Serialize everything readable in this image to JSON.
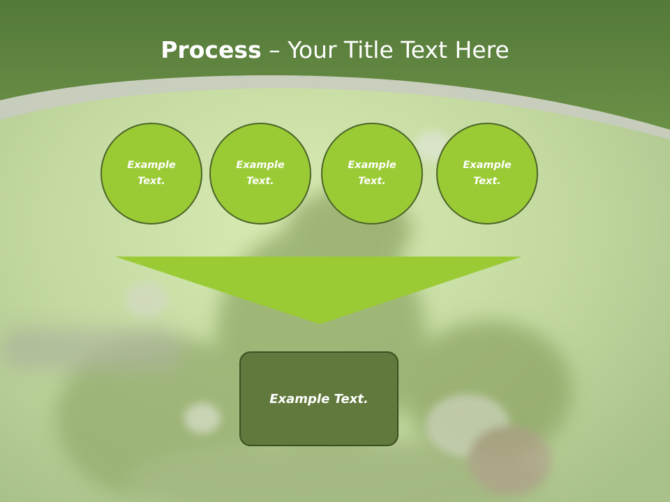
{
  "slide": {
    "title_bold": "Process",
    "title_rest": " – Your Title Text Here"
  },
  "process_steps": [
    {
      "text": "Example\nText."
    },
    {
      "text": "Example\nText."
    },
    {
      "text": "Example\nText."
    },
    {
      "text": "Example\nText."
    }
  ],
  "result": {
    "text": "Example Text."
  },
  "colors": {
    "header_green": "#5c8238",
    "circle_fill": "#9acb35",
    "circle_border": "#4b6328",
    "funnel_fill": "#9acb35",
    "result_fill": "#61793c"
  }
}
